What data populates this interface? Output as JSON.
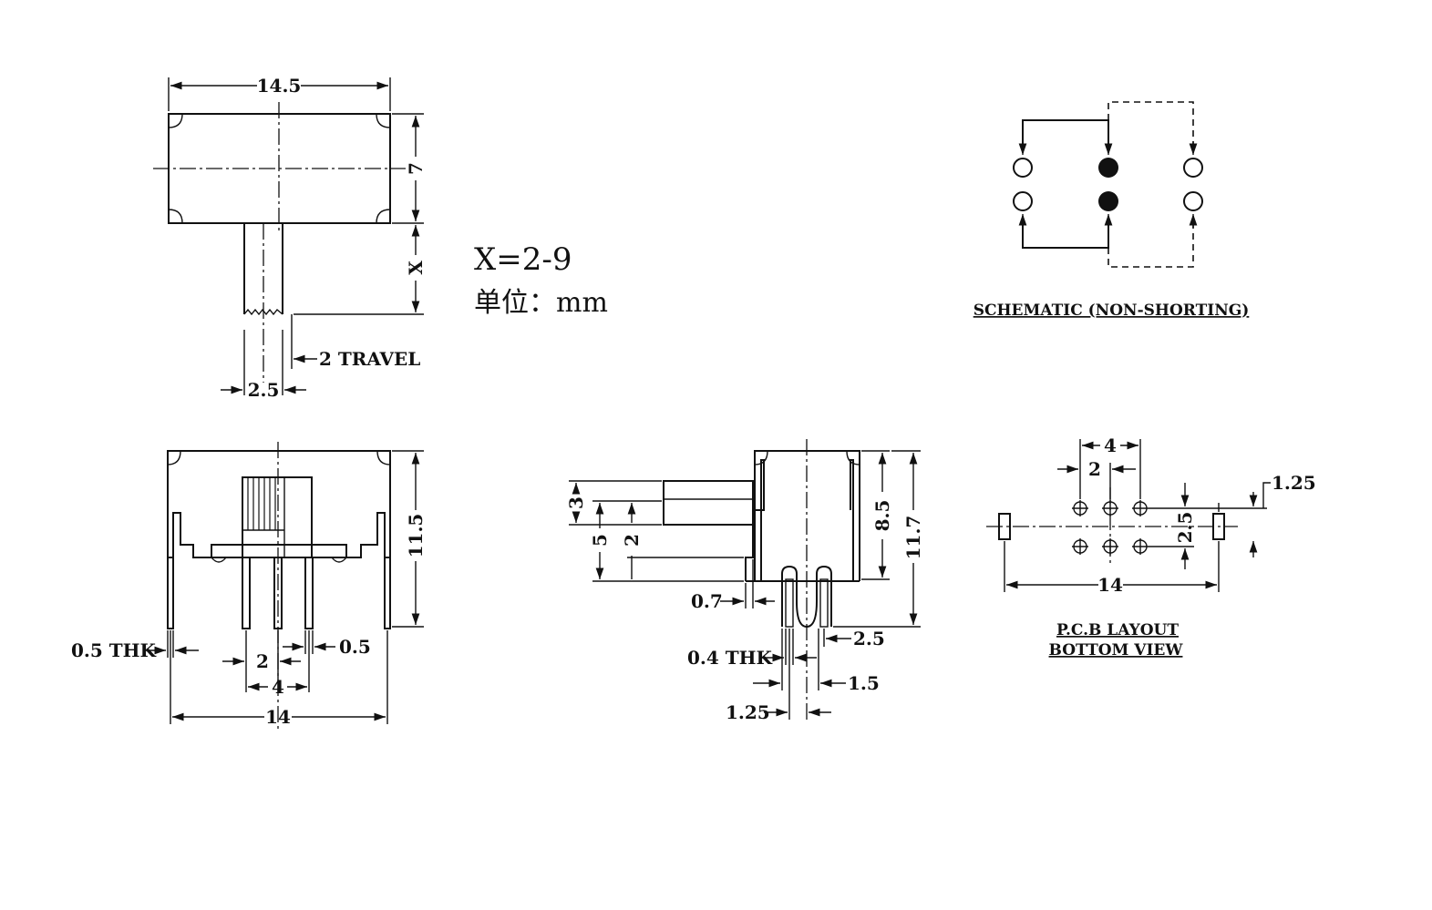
{
  "top_view": {
    "width": "14.5",
    "height": "7",
    "actuator_length": "X",
    "actuator_width": "2.5",
    "travel": "2 TRAVEL"
  },
  "spec": {
    "x_range": "X=2-9",
    "unit": "单位：mm"
  },
  "schematic": {
    "caption": "SCHEMATIC (NON-SHORTING)"
  },
  "front_view": {
    "height": "11.5",
    "thickness": "0.5 THK",
    "pin_width": "0.5",
    "pitch": "2",
    "pitch_double": "4",
    "width": "14"
  },
  "side_view": {
    "dim_3": "3",
    "dim_5": "5",
    "dim_2": "2",
    "dim_8_5": "8.5",
    "dim_11_7": "11.7",
    "dim_0_7": "0.7",
    "dim_2_5": "2.5",
    "thickness": "0.4 THK",
    "dim_1_5": "1.5",
    "dim_1_25": "1.25"
  },
  "pcb": {
    "pitch_double": "4",
    "pitch": "2",
    "pad_width": "1.25",
    "row_spacing": "2.5",
    "width": "14",
    "caption_line1": "P.C.B LAYOUT",
    "caption_line2": "BOTTOM VIEW"
  }
}
